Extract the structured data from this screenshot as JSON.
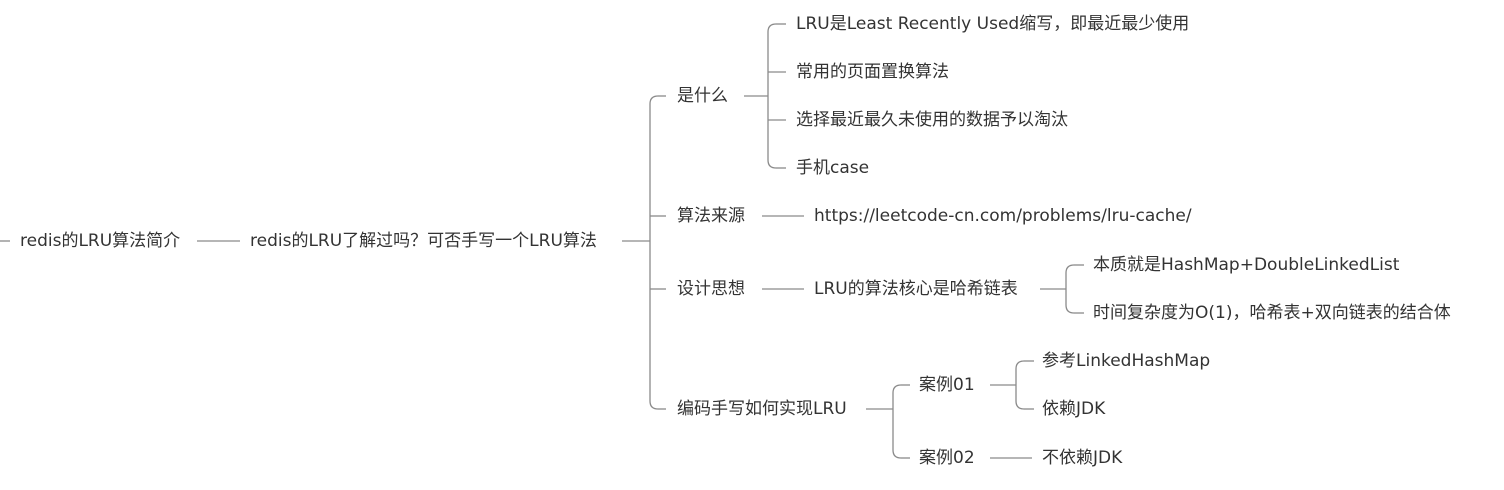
{
  "mindmap": {
    "root": {
      "label": "redis的LRU算法简介"
    },
    "question": {
      "label": "redis的LRU了解过吗？可否手写一个LRU算法"
    },
    "what": {
      "label": "是什么",
      "items": [
        "LRU是Least Recently Used缩写，即最近最少使用",
        "常用的页面置换算法",
        "选择最近最久未使用的数据予以淘汰",
        "手机case"
      ]
    },
    "source": {
      "label": "算法来源",
      "url": "https://leetcode-cn.com/problems/lru-cache/"
    },
    "design": {
      "label": "设计思想",
      "core": "LRU的算法核心是哈希链表",
      "items": [
        "本质就是HashMap+DoubleLinkedList",
        "时间复杂度为O(1)，哈希表+双向链表的结合体"
      ]
    },
    "impl": {
      "label": "编码手写如何实现LRU",
      "case1": {
        "label": "案例01",
        "items": [
          "参考LinkedHashMap",
          "依赖JDK"
        ]
      },
      "case2": {
        "label": "案例02",
        "item": "不依赖JDK"
      }
    }
  }
}
